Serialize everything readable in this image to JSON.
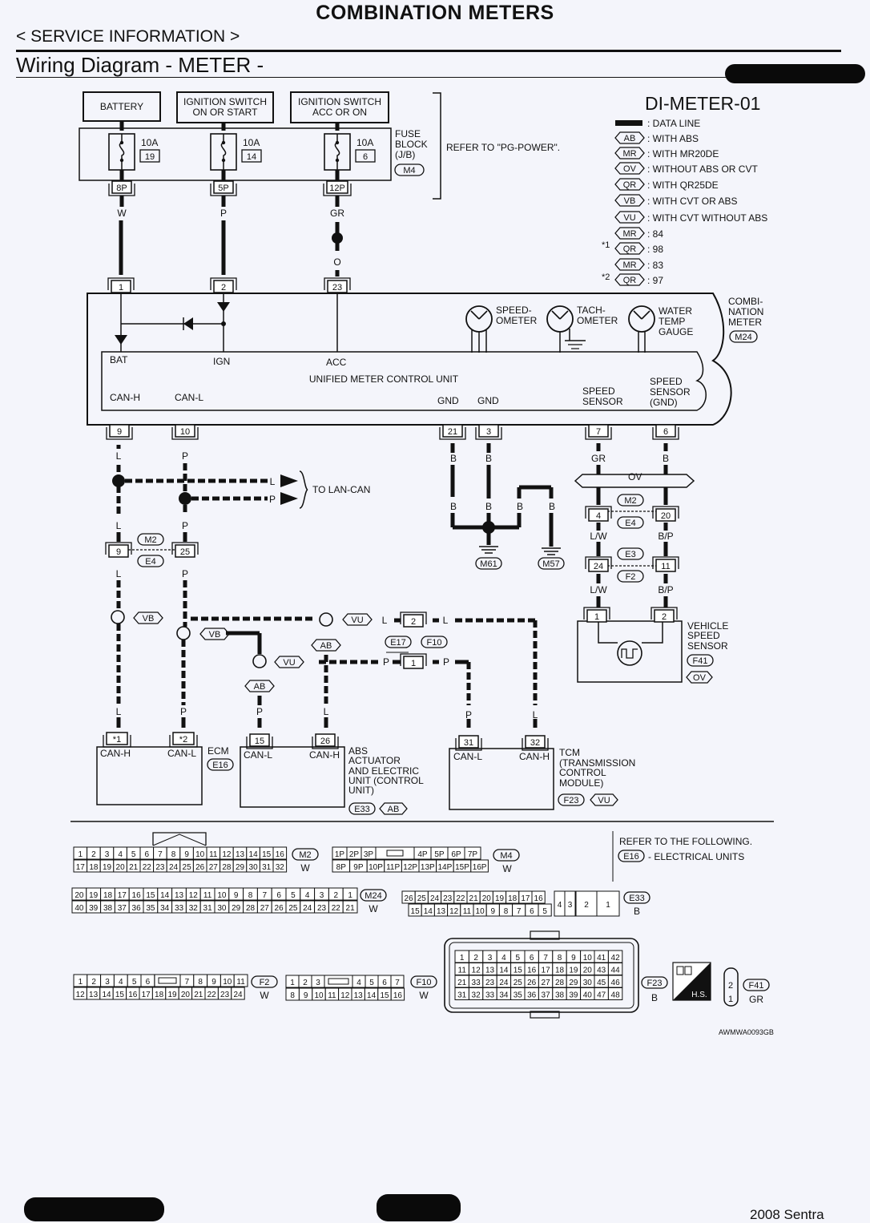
{
  "header": {
    "page_title": "COMBINATION METERS",
    "section": "< SERVICE INFORMATION >",
    "diagram_title": "Wiring Diagram - METER -"
  },
  "footer": {
    "model": "2008 Sentra",
    "figure_code": "AWMWA0093GB"
  },
  "diagram_id": "DI-METER-01",
  "legend": [
    {
      "code": "",
      "text": ": DATA LINE"
    },
    {
      "code": "AB",
      "text": ": WITH ABS"
    },
    {
      "code": "MR",
      "text": ": WITH MR20DE"
    },
    {
      "code": "OV",
      "text": ": WITHOUT ABS OR CVT"
    },
    {
      "code": "QR",
      "text": ": WITH QR25DE"
    },
    {
      "code": "VB",
      "text": ": WITH CVT OR ABS"
    },
    {
      "code": "VU",
      "text": ": WITH CVT WITHOUT ABS"
    },
    {
      "code": "MR",
      "text": ": 84",
      "mark": "*1"
    },
    {
      "code": "QR",
      "text": ": 98"
    },
    {
      "code": "MR",
      "text": ": 83",
      "mark": "*2"
    },
    {
      "code": "QR",
      "text": ": 97"
    }
  ],
  "power": {
    "battery": "BATTERY",
    "ign_start_1": "IGNITION SWITCH",
    "ign_start_2": "ON OR START",
    "ign_acc_1": "IGNITION SWITCH",
    "ign_acc_2": "ACC OR ON",
    "fuse_block_1": "FUSE",
    "fuse_block_2": "BLOCK",
    "fuse_block_3": "(J/B)",
    "fuse_conn": "M4",
    "refer_power": "REFER TO \"PG-POWER\".",
    "fuses": [
      {
        "rating": "10A",
        "no": "19",
        "term": "8P",
        "wire": "W"
      },
      {
        "rating": "10A",
        "no": "14",
        "term": "5P",
        "wire": "P"
      },
      {
        "rating": "10A",
        "no": "6",
        "term": "12P",
        "wire": "GR"
      }
    ],
    "wire_o": "O"
  },
  "meter": {
    "title_1": "COMBI-",
    "title_2": "NATION",
    "title_3": "METER",
    "conn": "M24",
    "speedometer_1": "SPEED-",
    "speedometer_2": "OMETER",
    "tachometer_1": "TACH-",
    "tachometer_2": "OMETER",
    "water_1": "WATER",
    "water_2": "TEMP",
    "water_3": "GAUGE",
    "unit": "UNIFIED METER CONTROL UNIT",
    "bat": "BAT",
    "ign": "IGN",
    "acc": "ACC",
    "canh": "CAN-H",
    "canl": "CAN-L",
    "gnd": "GND",
    "speed_sensor_1": "SPEED",
    "speed_sensor_2": "SENSOR",
    "speed_gnd_1": "SPEED",
    "speed_gnd_2": "SENSOR",
    "speed_gnd_3": "(GND)",
    "pins_top": [
      "1",
      "2",
      "23"
    ],
    "pins_bottom": [
      "9",
      "10",
      "21",
      "3",
      "7",
      "6"
    ]
  },
  "can": {
    "to_lan": "TO LAN-CAN",
    "l": "L",
    "p": "P",
    "b": "B",
    "gr": "GR",
    "lw": "L/W",
    "bp": "B/P",
    "m2": "M2",
    "e4": "E4",
    "pin9": "9",
    "pin25": "25",
    "vb": "VB",
    "vu": "VU",
    "ab": "AB",
    "ov": "OV",
    "e17": "E17",
    "f10": "F10",
    "pin2": "2",
    "pin1": "1",
    "gnd_m61": "M61",
    "gnd_m57": "M57",
    "pin4": "4",
    "pin20": "20",
    "e3": "E3",
    "f2": "F2",
    "pin24": "24",
    "pin11": "11"
  },
  "vss": {
    "name_1": "VEHICLE",
    "name_2": "SPEED",
    "name_3": "SENSOR",
    "conn": "F41",
    "code": "OV",
    "pin1": "1",
    "pin2": "2"
  },
  "ecm": {
    "name": "ECM",
    "conn": "E16",
    "pin_a": "*1",
    "pin_b": "*2",
    "canh": "CAN-H",
    "canl": "CAN-L"
  },
  "abs": {
    "name_1": "ABS",
    "name_2": "ACTUATOR",
    "name_3": "AND ELECTRIC",
    "name_4": "UNIT (CONTROL",
    "name_5": "UNIT)",
    "conn": "E33",
    "code": "AB",
    "pin_a": "15",
    "pin_b": "26",
    "canl": "CAN-L",
    "canh": "CAN-H"
  },
  "tcm": {
    "name_1": "TCM",
    "name_2": "(TRANSMISSION",
    "name_3": "CONTROL",
    "name_4": "MODULE)",
    "conn": "F23",
    "code": "VU",
    "pin_a": "31",
    "pin_b": "32",
    "canl": "CAN-L",
    "canh": "CAN-H"
  },
  "connectors": {
    "refer_1": "REFER TO THE FOLLOWING.",
    "refer_conn": "E16",
    "refer_2": "- ELECTRICAL UNITS",
    "m2": {
      "id": "M2",
      "color": "W",
      "top": [
        "1",
        "2",
        "3",
        "4",
        "5",
        "6",
        "7",
        "8",
        "9",
        "10",
        "11",
        "12",
        "13",
        "14",
        "15",
        "16"
      ],
      "bottom": [
        "17",
        "18",
        "19",
        "20",
        "21",
        "22",
        "23",
        "24",
        "25",
        "26",
        "27",
        "28",
        "29",
        "30",
        "31",
        "32"
      ]
    },
    "m4": {
      "id": "M4",
      "color": "W",
      "top": [
        "1P",
        "2P",
        "3P",
        "",
        "4P",
        "5P",
        "6P",
        "7P"
      ],
      "bottom": [
        "8P",
        "9P",
        "10P",
        "11P",
        "12P",
        "13P",
        "14P",
        "15P",
        "16P"
      ]
    },
    "m24": {
      "id": "M24",
      "color": "W",
      "top": [
        "20",
        "19",
        "18",
        "17",
        "16",
        "15",
        "14",
        "13",
        "12",
        "11",
        "10",
        "9",
        "8",
        "7",
        "6",
        "5",
        "4",
        "3",
        "2",
        "1"
      ],
      "bottom": [
        "40",
        "39",
        "38",
        "37",
        "36",
        "35",
        "34",
        "33",
        "32",
        "31",
        "30",
        "29",
        "28",
        "27",
        "26",
        "25",
        "24",
        "23",
        "22",
        "21"
      ]
    },
    "e33": {
      "id": "E33",
      "color": "B",
      "top": [
        "26",
        "25",
        "24",
        "23",
        "22",
        "21",
        "20",
        "19",
        "18",
        "17",
        "16"
      ],
      "bottom": [
        "15",
        "14",
        "13",
        "12",
        "11",
        "10",
        "9",
        "8",
        "7",
        "6",
        "5"
      ],
      "side": [
        "4",
        "3",
        "2",
        "1"
      ]
    },
    "f2": {
      "id": "F2",
      "color": "W",
      "top": [
        "1",
        "2",
        "3",
        "4",
        "5",
        "6",
        "",
        "7",
        "8",
        "9",
        "10",
        "11"
      ],
      "bottom": [
        "12",
        "13",
        "14",
        "15",
        "16",
        "17",
        "18",
        "19",
        "20",
        "21",
        "22",
        "23",
        "24"
      ]
    },
    "f10": {
      "id": "F10",
      "color": "W",
      "top": [
        "1",
        "2",
        "3",
        "",
        "4",
        "5",
        "6",
        "7"
      ],
      "bottom": [
        "8",
        "9",
        "10",
        "11",
        "12",
        "13",
        "14",
        "15",
        "16"
      ]
    },
    "f23": {
      "id": "F23",
      "color": "B",
      "rows": [
        [
          "1",
          "2",
          "3",
          "4",
          "5",
          "6",
          "7",
          "8",
          "9",
          "10",
          "41",
          "42"
        ],
        [
          "11",
          "12",
          "13",
          "14",
          "15",
          "16",
          "17",
          "18",
          "19",
          "20",
          "43",
          "44"
        ],
        [
          "21",
          "33",
          "23",
          "24",
          "25",
          "26",
          "27",
          "28",
          "29",
          "30",
          "45",
          "46"
        ],
        [
          "31",
          "32",
          "33",
          "34",
          "35",
          "36",
          "37",
          "38",
          "39",
          "40",
          "47",
          "48"
        ]
      ]
    },
    "hs": "H.S.",
    "f41": {
      "id": "F41",
      "color": "GR",
      "pins": [
        "2",
        "1"
      ]
    }
  }
}
